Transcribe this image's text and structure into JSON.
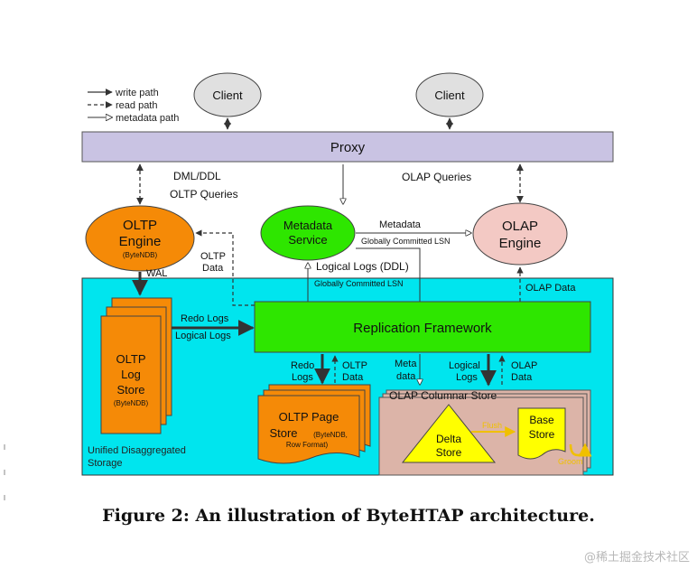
{
  "legend": {
    "write": "write path",
    "read": "read path",
    "metadata": "metadata path"
  },
  "nodes": {
    "client_left": "Client",
    "client_right": "Client",
    "proxy": "Proxy",
    "oltp_engine": [
      "OLTP",
      "Engine"
    ],
    "oltp_engine_sub": "(ByteNDB)",
    "metadata_service": [
      "Metadata",
      "Service"
    ],
    "olap_engine": [
      "OLAP",
      "Engine"
    ],
    "replication": "Replication Framework",
    "oltp_log_store": [
      "OLTP",
      "Log",
      "Store"
    ],
    "oltp_log_store_sub": "(ByteNDB)",
    "oltp_page_store": [
      "OLTP Page",
      "Store"
    ],
    "oltp_page_store_sub": [
      "(ByteNDB,",
      "Row Format)"
    ],
    "olap_columnar": "OLAP Columnar Store",
    "delta_store": [
      "Delta",
      "Store"
    ],
    "base_store": [
      "Base",
      "Store"
    ],
    "flush": "Flush",
    "groom": "Groom",
    "storage_label": [
      "Unified Disaggregated",
      "Storage"
    ]
  },
  "edges": {
    "dml_ddl": "DML/DDL",
    "oltp_queries": "OLTP Queries",
    "olap_queries": "OLAP Queries",
    "metadata": "Metadata",
    "globally_committed_lsn": "Globally Committed LSN",
    "oltp_data": [
      "OLTP",
      "Data"
    ],
    "wal": "WAL",
    "logical_logs_ddl": "Logical Logs (DDL)",
    "globally_committed_lsn2": "Globally Committed LSN",
    "olap_data_top": "OLAP Data",
    "redo_logs": "Redo Logs",
    "logical_logs": "Logical Logs",
    "redo_logs2": [
      "Redo",
      "Logs"
    ],
    "oltp_data2": [
      "OLTP",
      "Data"
    ],
    "meta_data": [
      "Meta",
      "data"
    ],
    "logical_logs2": [
      "Logical",
      "Logs"
    ],
    "olap_data2": [
      "OLAP",
      "Data"
    ]
  },
  "caption": "Figure 2: An illustration of ByteHTAP architecture.",
  "watermark": "@稀土掘金技术社区",
  "colors": {
    "proxy": "#c9c3e3",
    "client": "#e0e0e0",
    "oltp": "#f58a07",
    "metadata": "#2ee600",
    "olap": "#f3c9c4",
    "storage": "#00e5ee",
    "replication": "#2ee600",
    "columnar": "#dcb4a8",
    "yellow": "#ffff00"
  }
}
